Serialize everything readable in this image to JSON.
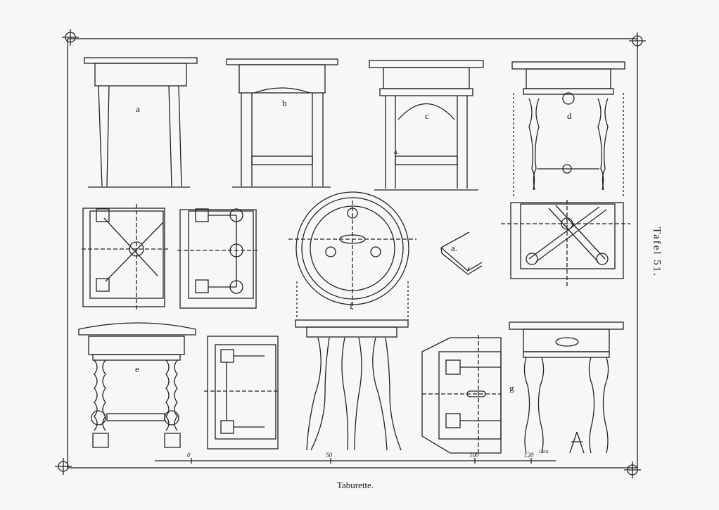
{
  "plate": {
    "side_title": "Tafel 51.",
    "caption": "Taburette.",
    "figure_labels": [
      "a",
      "b",
      "c",
      "d",
      "e",
      "f",
      "g",
      "a.",
      "a."
    ],
    "scale_labels": [
      "0",
      "50",
      "100",
      "120"
    ],
    "scale_unit": "Cent."
  }
}
